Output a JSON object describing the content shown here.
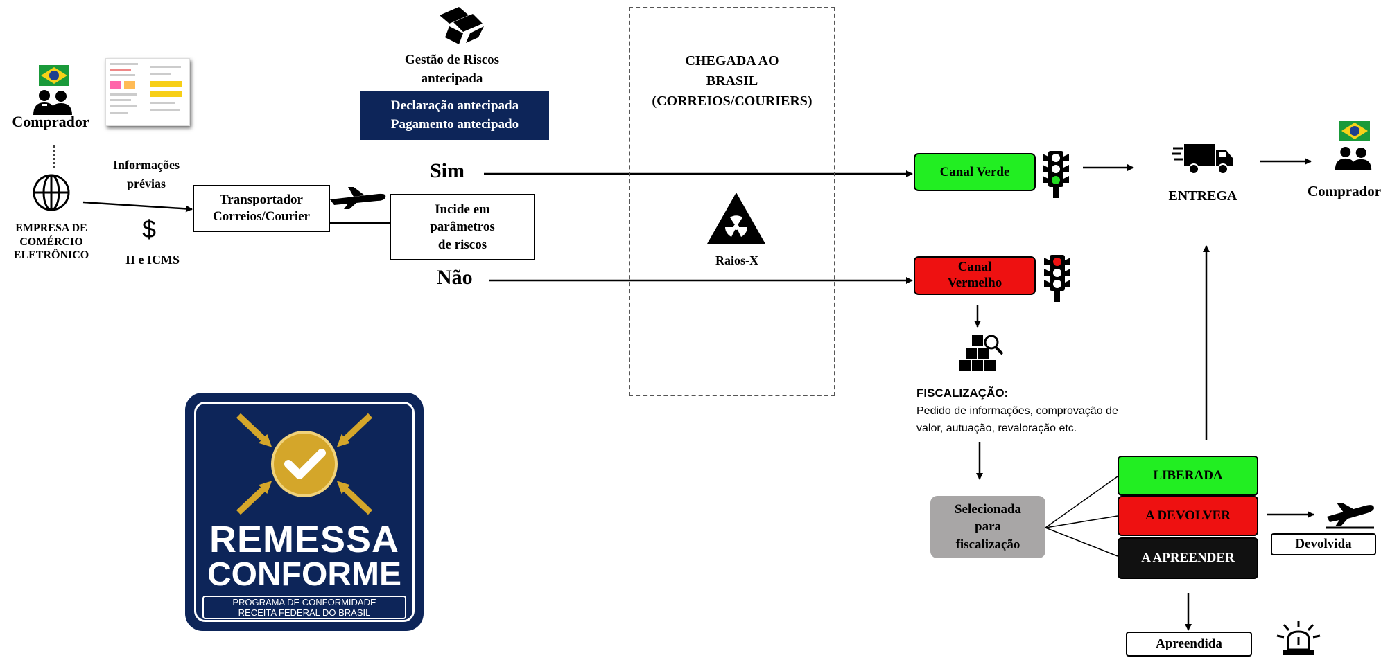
{
  "buyer_left": {
    "label": "Comprador"
  },
  "ecommerce": {
    "label": "EMPRESA DE COMÉRCIO ELETRÔNICO"
  },
  "prior_info": {
    "label": "Informações prévias"
  },
  "taxes": {
    "symbol": "$",
    "label": "II e ICMS"
  },
  "carrier": {
    "line1": "Transportador",
    "line2": "Correios/Courier"
  },
  "risk_mgmt": {
    "title_line1": "Gestão de Riscos",
    "title_line2": "antecipada",
    "box_line1": "Declaração antecipada",
    "box_line2": "Pagamento antecipado",
    "box_color": "#0d2559"
  },
  "risk_params": {
    "line1": "Incide em",
    "line2": "parâmetros",
    "line3": "de riscos"
  },
  "decision": {
    "yes": "Sim",
    "no": "Não"
  },
  "arrival": {
    "line1": "CHEGADA AO",
    "line2": "BRASIL",
    "line3": "(CORREIOS/COURIERS)"
  },
  "xray": {
    "label": "Raios-X"
  },
  "green_channel": {
    "label": "Canal Verde",
    "color": "#22ee22"
  },
  "red_channel": {
    "line1": "Canal",
    "line2": "Vermelho",
    "color": "#ee1111"
  },
  "delivery": {
    "label": "ENTREGA"
  },
  "buyer_right": {
    "label": "Comprador"
  },
  "inspection": {
    "title": "FISCALIZAÇÃO",
    "line1": "Pedido de informações, comprovação de",
    "line2": "valor, autuação, revaloração etc."
  },
  "selected": {
    "line1": "Selecionada",
    "line2": "para",
    "line3": "fiscalização",
    "color": "#a8a6a6"
  },
  "outcomes": {
    "released": {
      "label": "LIBERADA",
      "color": "#22ee22"
    },
    "to_return": {
      "label": "A DEVOLVER",
      "color": "#ee1111"
    },
    "to_seize": {
      "label": "A APREENDER",
      "color": "#111111"
    }
  },
  "returned": {
    "label": "Devolvida"
  },
  "seized": {
    "label": "Apreendida"
  },
  "logo": {
    "line1": "REMESSA",
    "line2": "CONFORME",
    "sub1": "PROGRAMA DE CONFORMIDADE",
    "sub2": "RECEITA FEDERAL DO BRASIL",
    "bg_color": "#0d2559",
    "gold_color": "#d4a62a"
  }
}
